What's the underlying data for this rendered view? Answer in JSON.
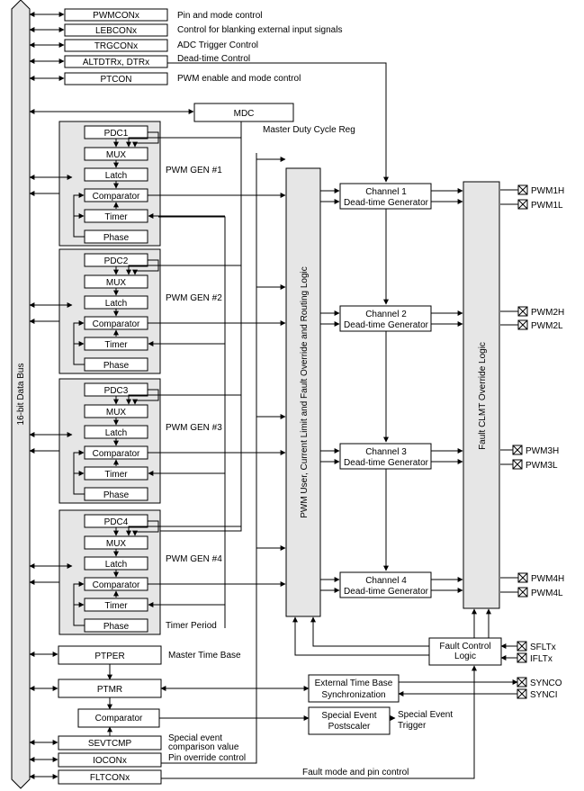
{
  "bus": {
    "label": "16-bit Data Bus"
  },
  "registers": {
    "pwmconx": {
      "label": "PWMCONx",
      "desc": "Pin and mode control"
    },
    "lebconx": {
      "label": "LEBCONx",
      "desc": "Control for blanking external input signals"
    },
    "trgconx": {
      "label": "TRGCONx",
      "desc": "ADC Trigger Control"
    },
    "altdtrx": {
      "label": "ALTDTRx, DTRx",
      "desc": "Dead-time Control"
    },
    "ptcon": {
      "label": "PTCON",
      "desc": "PWM enable and mode control"
    },
    "mdc": {
      "label": "MDC",
      "desc": "Master Duty Cycle Reg"
    },
    "ptper": {
      "label": "PTPER",
      "desc": "Master Time Base"
    },
    "ptmr": {
      "label": "PTMR"
    },
    "comparator": {
      "label": "Comparator"
    },
    "sevtcmp": {
      "label": "SEVTCMP",
      "desc_line1": "Special event",
      "desc_line2": "comparison value"
    },
    "ioconx": {
      "label": "IOCONx",
      "desc": "Pin override control"
    },
    "fltconx": {
      "label": "FLTCONx",
      "desc": "Fault mode and pin control"
    }
  },
  "gens": [
    {
      "title": "PWM GEN #1",
      "pdc": "PDC1",
      "mux": "MUX",
      "latch": "Latch",
      "comparator": "Comparator",
      "timer": "Timer",
      "phase": "Phase"
    },
    {
      "title": "PWM GEN #2",
      "pdc": "PDC2",
      "mux": "MUX",
      "latch": "Latch",
      "comparator": "Comparator",
      "timer": "Timer",
      "phase": "Phase"
    },
    {
      "title": "PWM GEN #3",
      "pdc": "PDC3",
      "mux": "MUX",
      "latch": "Latch",
      "comparator": "Comparator",
      "timer": "Timer",
      "phase": "Phase"
    },
    {
      "title": "PWM GEN #4",
      "pdc": "PDC4",
      "mux": "MUX",
      "latch": "Latch",
      "comparator": "Comparator",
      "timer": "Timer",
      "phase": "Phase"
    }
  ],
  "timer_period": "Timer Period",
  "override_logic": "PWM User, Current Limit and Fault Override and Routing Logic",
  "clmt_logic": "Fault CLMT Override Logic",
  "channels": [
    {
      "line1": "Channel 1",
      "line2": "Dead-time Generator"
    },
    {
      "line1": "Channel  2",
      "line2": "Dead-time Generator"
    },
    {
      "line1": "Channel  3",
      "line2": "Dead-time Generator"
    },
    {
      "line1": "Channel 4",
      "line2": "Dead-time Generator"
    }
  ],
  "pins": {
    "pwm1h": "PWM1H",
    "pwm1l": "PWM1L",
    "pwm2h": "PWM2H",
    "pwm2l": "PWM2L",
    "pwm3h": "PWM3H",
    "pwm3l": "PWM3L",
    "pwm4h": "PWM4H",
    "pwm4l": "PWM4L",
    "sfltx": "SFLTx",
    "ifltx": "IFLTx",
    "synco": "SYNCO",
    "synci": "SYNCI"
  },
  "fault_control": {
    "line1": "Fault Control",
    "line2": "Logic"
  },
  "ext_timebase": {
    "line1": "External Time Base",
    "line2": "Synchronization"
  },
  "postscaler": {
    "line1": "Special Event",
    "line2": "Postscaler"
  },
  "special_trigger": {
    "line1": "Special Event",
    "line2": "Trigger"
  }
}
